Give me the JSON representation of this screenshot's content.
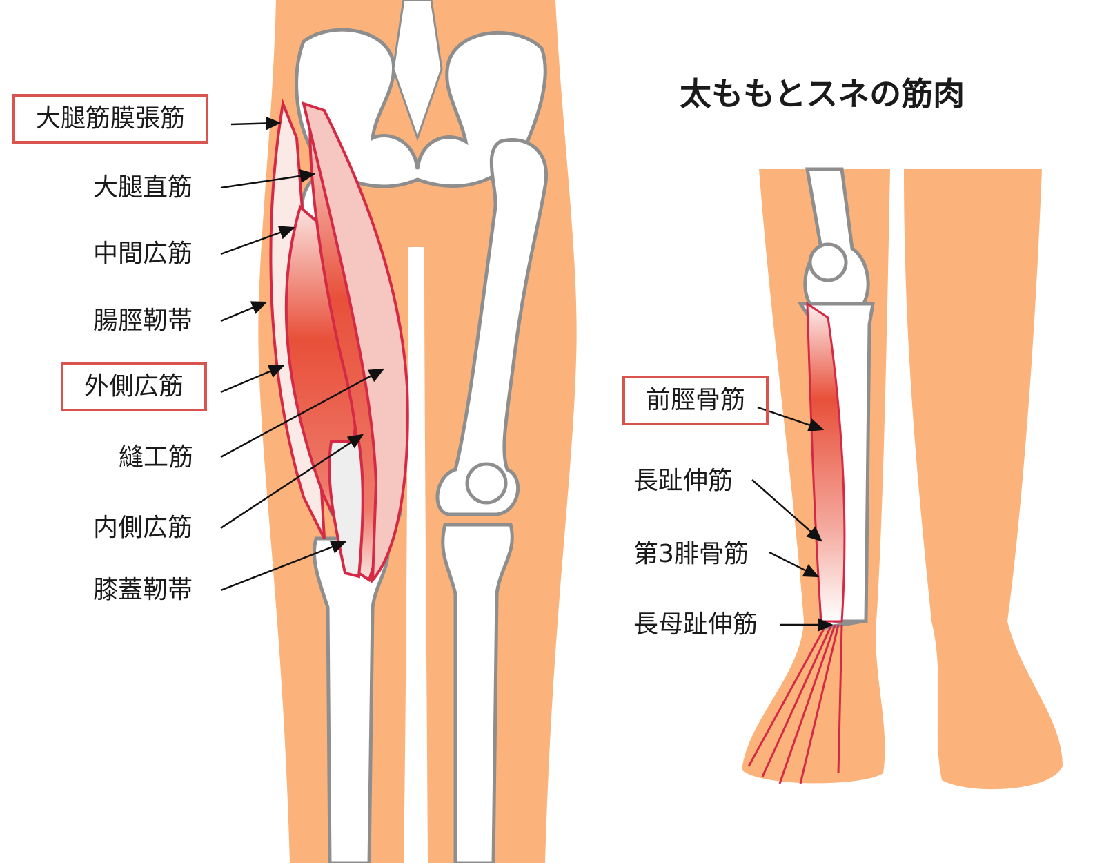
{
  "title": "太ももとスネの筋肉",
  "colors": {
    "skin": "#FBB27B",
    "muscle": "#E8503A",
    "muscle_outline": "#D42A45",
    "bone": "#FFFFFF",
    "bone_outline": "#8E8E8E",
    "highlight_box": "#D9534F"
  },
  "thigh_labels": [
    {
      "text": "大腿筋膜張筋",
      "highlighted": true
    },
    {
      "text": "大腿直筋",
      "highlighted": false
    },
    {
      "text": "中間広筋",
      "highlighted": false
    },
    {
      "text": "腸脛靭帯",
      "highlighted": false
    },
    {
      "text": "外側広筋",
      "highlighted": true
    },
    {
      "text": "縫工筋",
      "highlighted": false
    },
    {
      "text": "内側広筋",
      "highlighted": false
    },
    {
      "text": "膝蓋靭帯",
      "highlighted": false
    }
  ],
  "shin_labels": [
    {
      "text": "前脛骨筋",
      "highlighted": true
    },
    {
      "text": "長趾伸筋",
      "highlighted": false
    },
    {
      "text": "第3腓骨筋",
      "highlighted": false
    },
    {
      "text": "長母趾伸筋",
      "highlighted": false
    }
  ]
}
